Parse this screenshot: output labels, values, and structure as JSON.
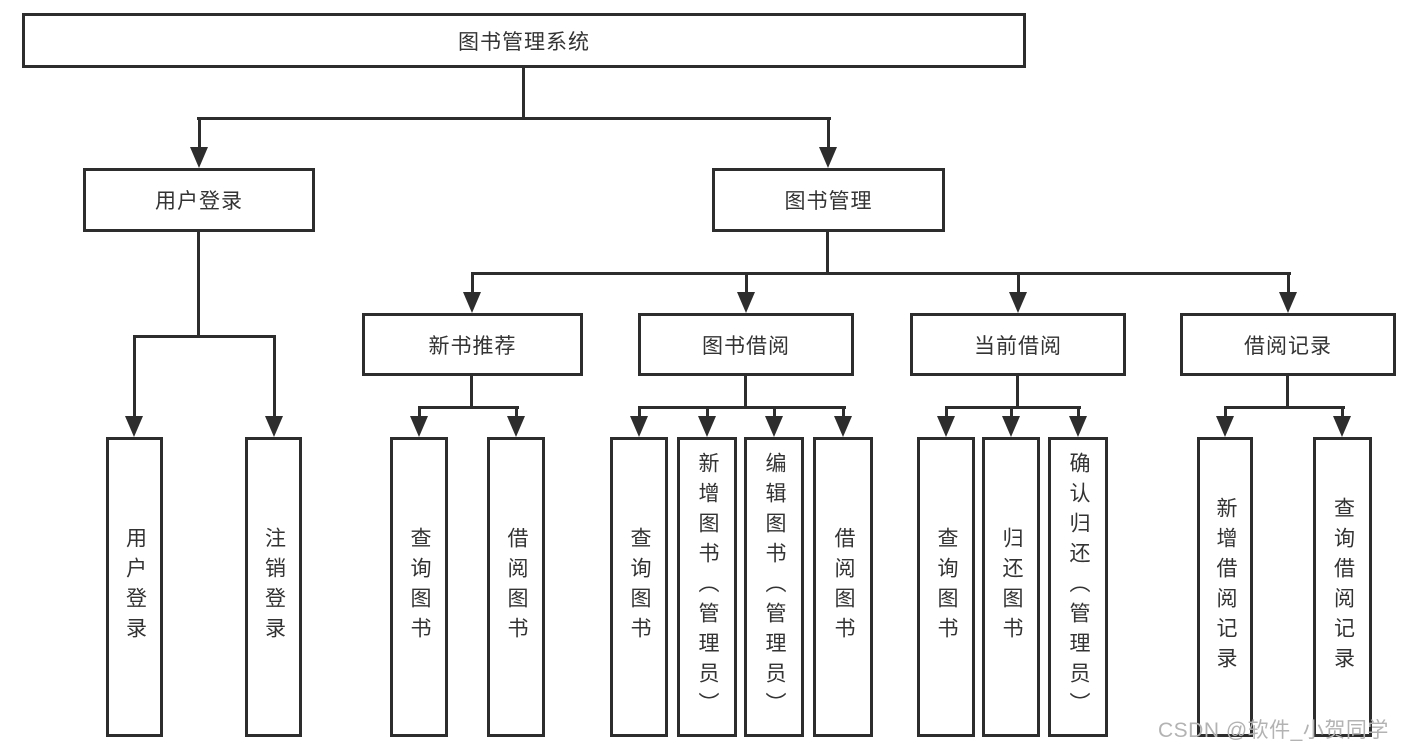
{
  "tree": {
    "label": "图书管理系统",
    "children": [
      {
        "label": "用户登录",
        "children": [
          {
            "label": "用户登录"
          },
          {
            "label": "注销登录"
          }
        ]
      },
      {
        "label": "图书管理",
        "children": [
          {
            "label": "新书推荐",
            "children": [
              {
                "label": "查询图书"
              },
              {
                "label": "借阅图书"
              }
            ]
          },
          {
            "label": "图书借阅",
            "children": [
              {
                "label": "查询图书"
              },
              {
                "label": "新增图书（管理员）"
              },
              {
                "label": "编辑图书（管理员）"
              },
              {
                "label": "借阅图书"
              }
            ]
          },
          {
            "label": "当前借阅",
            "children": [
              {
                "label": "查询图书"
              },
              {
                "label": "归还图书"
              },
              {
                "label": "确认归还（管理员）"
              }
            ]
          },
          {
            "label": "借阅记录",
            "children": [
              {
                "label": "新增借阅记录"
              },
              {
                "label": "查询借阅记录"
              }
            ]
          }
        ]
      }
    ]
  },
  "watermark": {
    "text": "CSDN @软件_小贺同学"
  },
  "colors": {
    "line": "#2d2d2d",
    "text": "#333333",
    "watermark": "#b3b3b3",
    "background": "#ffffff"
  }
}
